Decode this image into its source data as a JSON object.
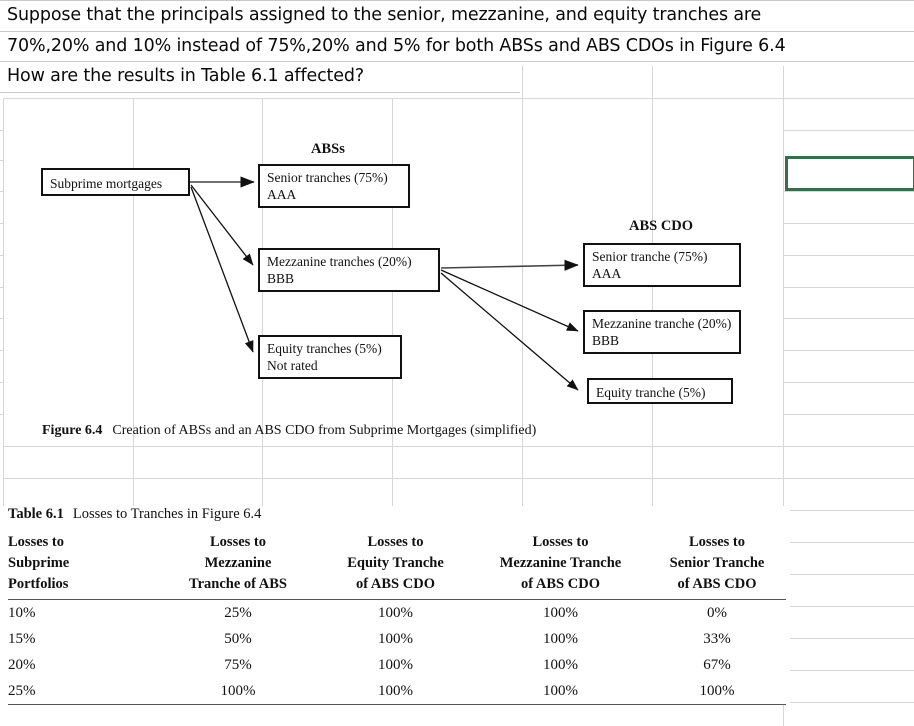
{
  "spreadsheet": {
    "selected_cell_color": "#3d6b4c",
    "gridline_color": "#d6d6d6",
    "column_x": [
      3,
      133,
      262,
      392,
      522,
      652,
      783
    ],
    "row_y": [
      223,
      255,
      287,
      318,
      350,
      382,
      414,
      446,
      478
    ]
  },
  "question": {
    "line1": "Suppose that the principals assigned to the senior, mezzanine, and equity tranches are",
    "line2": "70%,20% and 10% instead of 75%,20% and 5% for both ABSs and ABS CDOs in Figure 6.4",
    "line3": "How are the results in Table 6.1 affected?"
  },
  "figure": {
    "caption_label": "Figure 6.4",
    "caption_text": "Creation of ABSs and an ABS CDO from Subprime Mortgages (simplified)",
    "group_label_abs": "ABSs",
    "group_label_cdo": "ABS CDO",
    "source_box": "Subprime mortgages",
    "abs_senior": "Senior tranches (75%)\nAAA",
    "abs_mezzanine": "Mezzanine tranches (20%)\nBBB",
    "abs_equity": "Equity tranches (5%)\nNot rated",
    "cdo_senior": "Senior tranche (75%)\nAAA",
    "cdo_mezzanine": "Mezzanine tranche (20%)\nBBB",
    "cdo_equity": "Equity tranche (5%)"
  },
  "table": {
    "caption_label": "Table 6.1",
    "caption_text": "Losses to Tranches in Figure 6.4",
    "headers": [
      "Losses to\nSubprime\nPortfolios",
      "Losses to\nMezzanine\nTranche of ABS",
      "Losses to\nEquity Tranche\nof ABS CDO",
      "Losses to\nMezzanine Tranche\nof ABS CDO",
      "Losses to\nSenior Tranche\nof ABS CDO"
    ],
    "rows": [
      [
        "10%",
        "25%",
        "100%",
        "100%",
        "0%"
      ],
      [
        "15%",
        "50%",
        "100%",
        "100%",
        "33%"
      ],
      [
        "20%",
        "75%",
        "100%",
        "100%",
        "67%"
      ],
      [
        "25%",
        "100%",
        "100%",
        "100%",
        "100%"
      ]
    ]
  }
}
